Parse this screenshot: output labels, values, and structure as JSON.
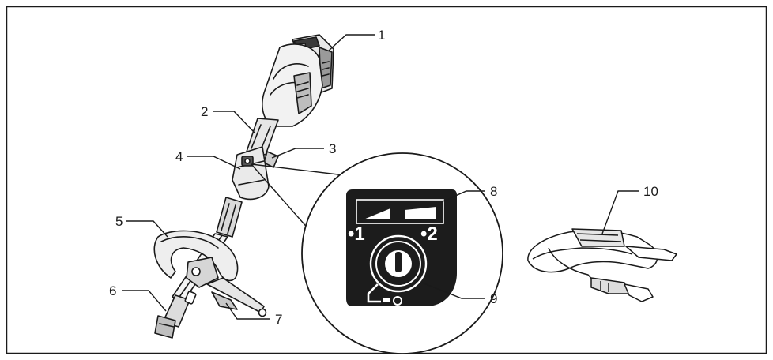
{
  "callouts": [
    {
      "id": "1",
      "label": "1"
    },
    {
      "id": "2",
      "label": "2"
    },
    {
      "id": "3",
      "label": "3"
    },
    {
      "id": "4",
      "label": "4"
    },
    {
      "id": "5",
      "label": "5"
    },
    {
      "id": "6",
      "label": "6"
    },
    {
      "id": "7",
      "label": "7"
    },
    {
      "id": "8",
      "label": "8"
    },
    {
      "id": "9",
      "label": "9"
    },
    {
      "id": "10",
      "label": "10"
    }
  ],
  "panel": {
    "left_mark": "•1",
    "right_mark": "•2"
  },
  "colors": {
    "line": "#1a1a1a",
    "panel_bg": "#1c1c1c",
    "tool_fill": "#f2f2f2",
    "tool_shade": "#bdbdbd"
  }
}
